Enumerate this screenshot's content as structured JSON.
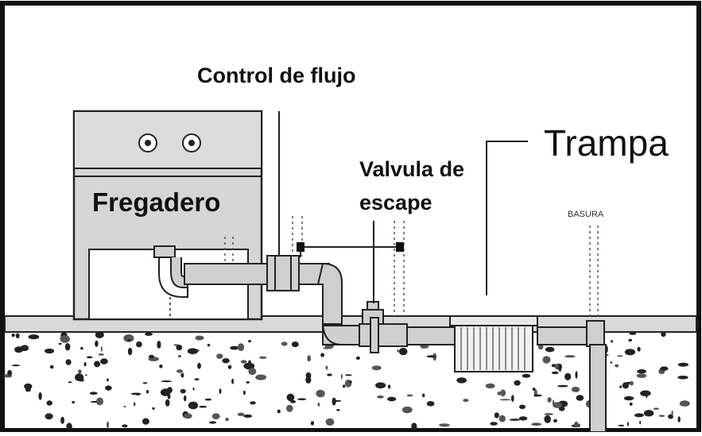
{
  "labels": {
    "control_flujo": "Control de flujo",
    "trampa": "Trampa",
    "valvula_line1": "Valvula de",
    "valvula_line2": "escape",
    "fregadero": "Fregadero",
    "basura": "BASURA"
  },
  "colors": {
    "frame": "#111111",
    "sink_fill": "#d6d6d6",
    "pipe_fill": "#cfcfcf",
    "soil_spot": "#222222",
    "background": "#ffffff"
  }
}
